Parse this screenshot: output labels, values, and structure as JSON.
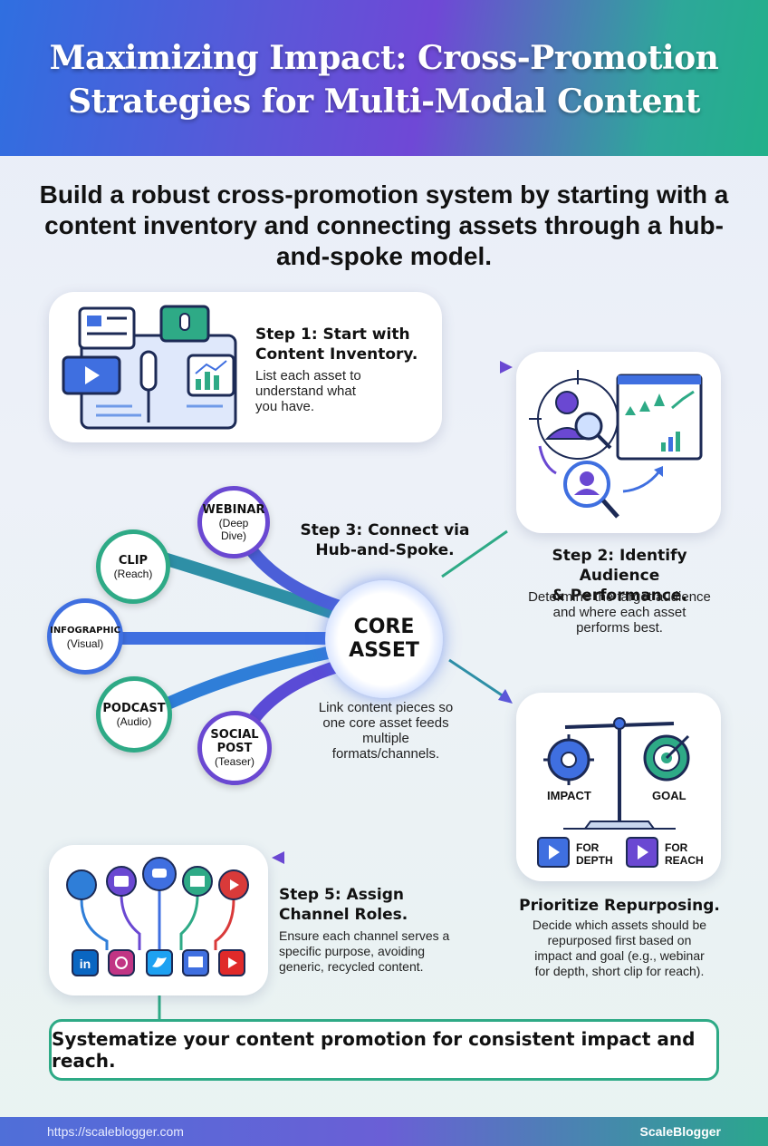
{
  "header": {
    "title_line1": "Maximizing Impact: Cross-Promotion",
    "title_line2": "Strategies for Multi-Modal Content"
  },
  "intro": "Build a robust cross-promotion system by starting with a content inventory and connecting assets through a hub-and-spoke model.",
  "step1": {
    "title_line1": "Step 1: Start with",
    "title_line2": "Content Inventory.",
    "desc": [
      "List each asset to",
      "understand what",
      "you have."
    ]
  },
  "step2": {
    "title_line1": "Step 2: Identify Audience",
    "title_line2": "& Performance.",
    "desc": [
      "Determine the target audience",
      "and where each asset",
      "performs best."
    ]
  },
  "step3": {
    "title_line1": "Step 3: Connect via",
    "title_line2": "Hub-and-Spoke.",
    "desc": [
      "Link content pieces so",
      "one core asset feeds",
      "multiple",
      "formats/channels."
    ]
  },
  "hub": {
    "core_line1": "CORE",
    "core_line2": "ASSET",
    "spokes": [
      {
        "title": "CLIP",
        "sub": "(Reach)"
      },
      {
        "title": "WEBINAR",
        "sub1": "(Deep",
        "sub2": "Dive)"
      },
      {
        "title": "INFOGRAPHIC",
        "sub": "(Visual)"
      },
      {
        "title": "PODCAST",
        "sub": "(Audio)"
      },
      {
        "title": "SOCIAL",
        "title2": "POST",
        "sub": "(Teaser)"
      }
    ]
  },
  "step4": {
    "title": "Prioritize Repurposing.",
    "desc": [
      "Decide which assets should be",
      "repurposed first based on",
      "impact and goal (e.g., webinar",
      "for depth, short clip for reach)."
    ],
    "labels": {
      "impact": "IMPACT",
      "goal": "GOAL",
      "depth1": "FOR",
      "depth2": "DEPTH",
      "reach1": "FOR",
      "reach2": "REACH"
    }
  },
  "step5": {
    "title_line1": "Step 5: Assign",
    "title_line2": "Channel Roles.",
    "desc": [
      "Ensure each channel serves a",
      "specific purpose, avoiding",
      "generic, recycled content."
    ],
    "icons": {
      "linkedin": "in"
    }
  },
  "conclusion": "Systematize your content promotion for consistent impact and reach.",
  "footer": {
    "url": "https://scaleblogger.com",
    "brand": "ScaleBlogger"
  },
  "colors": {
    "blue": "#3f6fe0",
    "purple": "#6a48d2",
    "green": "#2eaa86",
    "dark": "#1c2a55"
  }
}
